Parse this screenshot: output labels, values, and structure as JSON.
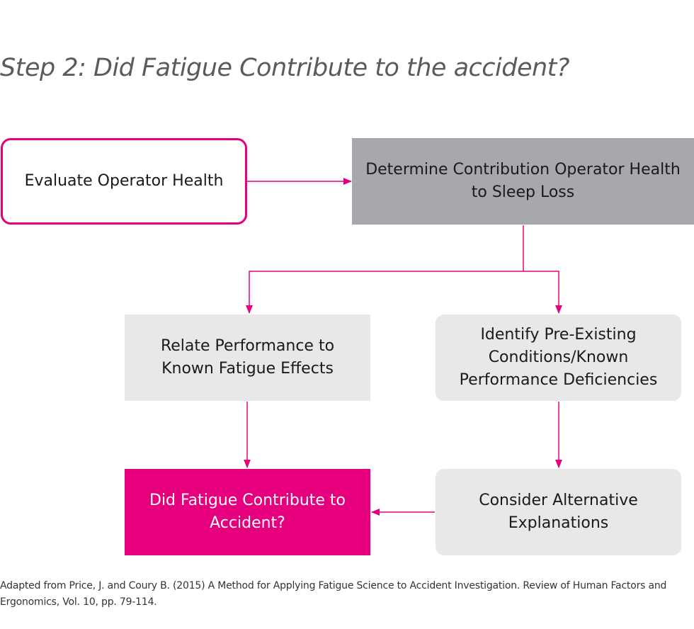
{
  "title": "Step 2: Did Fatigue Contribute to the accident?",
  "nodes": {
    "evaluate_health": "Evaluate Operator Health",
    "determine_contribution": "Determine Contribution Operator Health to Sleep Loss",
    "relate_performance": "Relate Performance to Known Fatigue Effects",
    "identify_conditions": "Identify Pre-Existing Conditions/Known Performance Deficiencies",
    "did_fatigue_contribute": "Did Fatigue Contribute to Accident?",
    "consider_alternatives": "Consider Alternative Explanations"
  },
  "source_note": "Adapted from Price, J. and Coury B. (2015) A Method for Applying Fatigue Science to Accident Investigation. Review of Human Factors and Ergonomics, Vol. 10, pp. 79-114.",
  "colors": {
    "accent": "#e6007e",
    "title": "#5a5b60",
    "dark_box": "#a7a8ac",
    "light_box": "#e8e8e9"
  }
}
